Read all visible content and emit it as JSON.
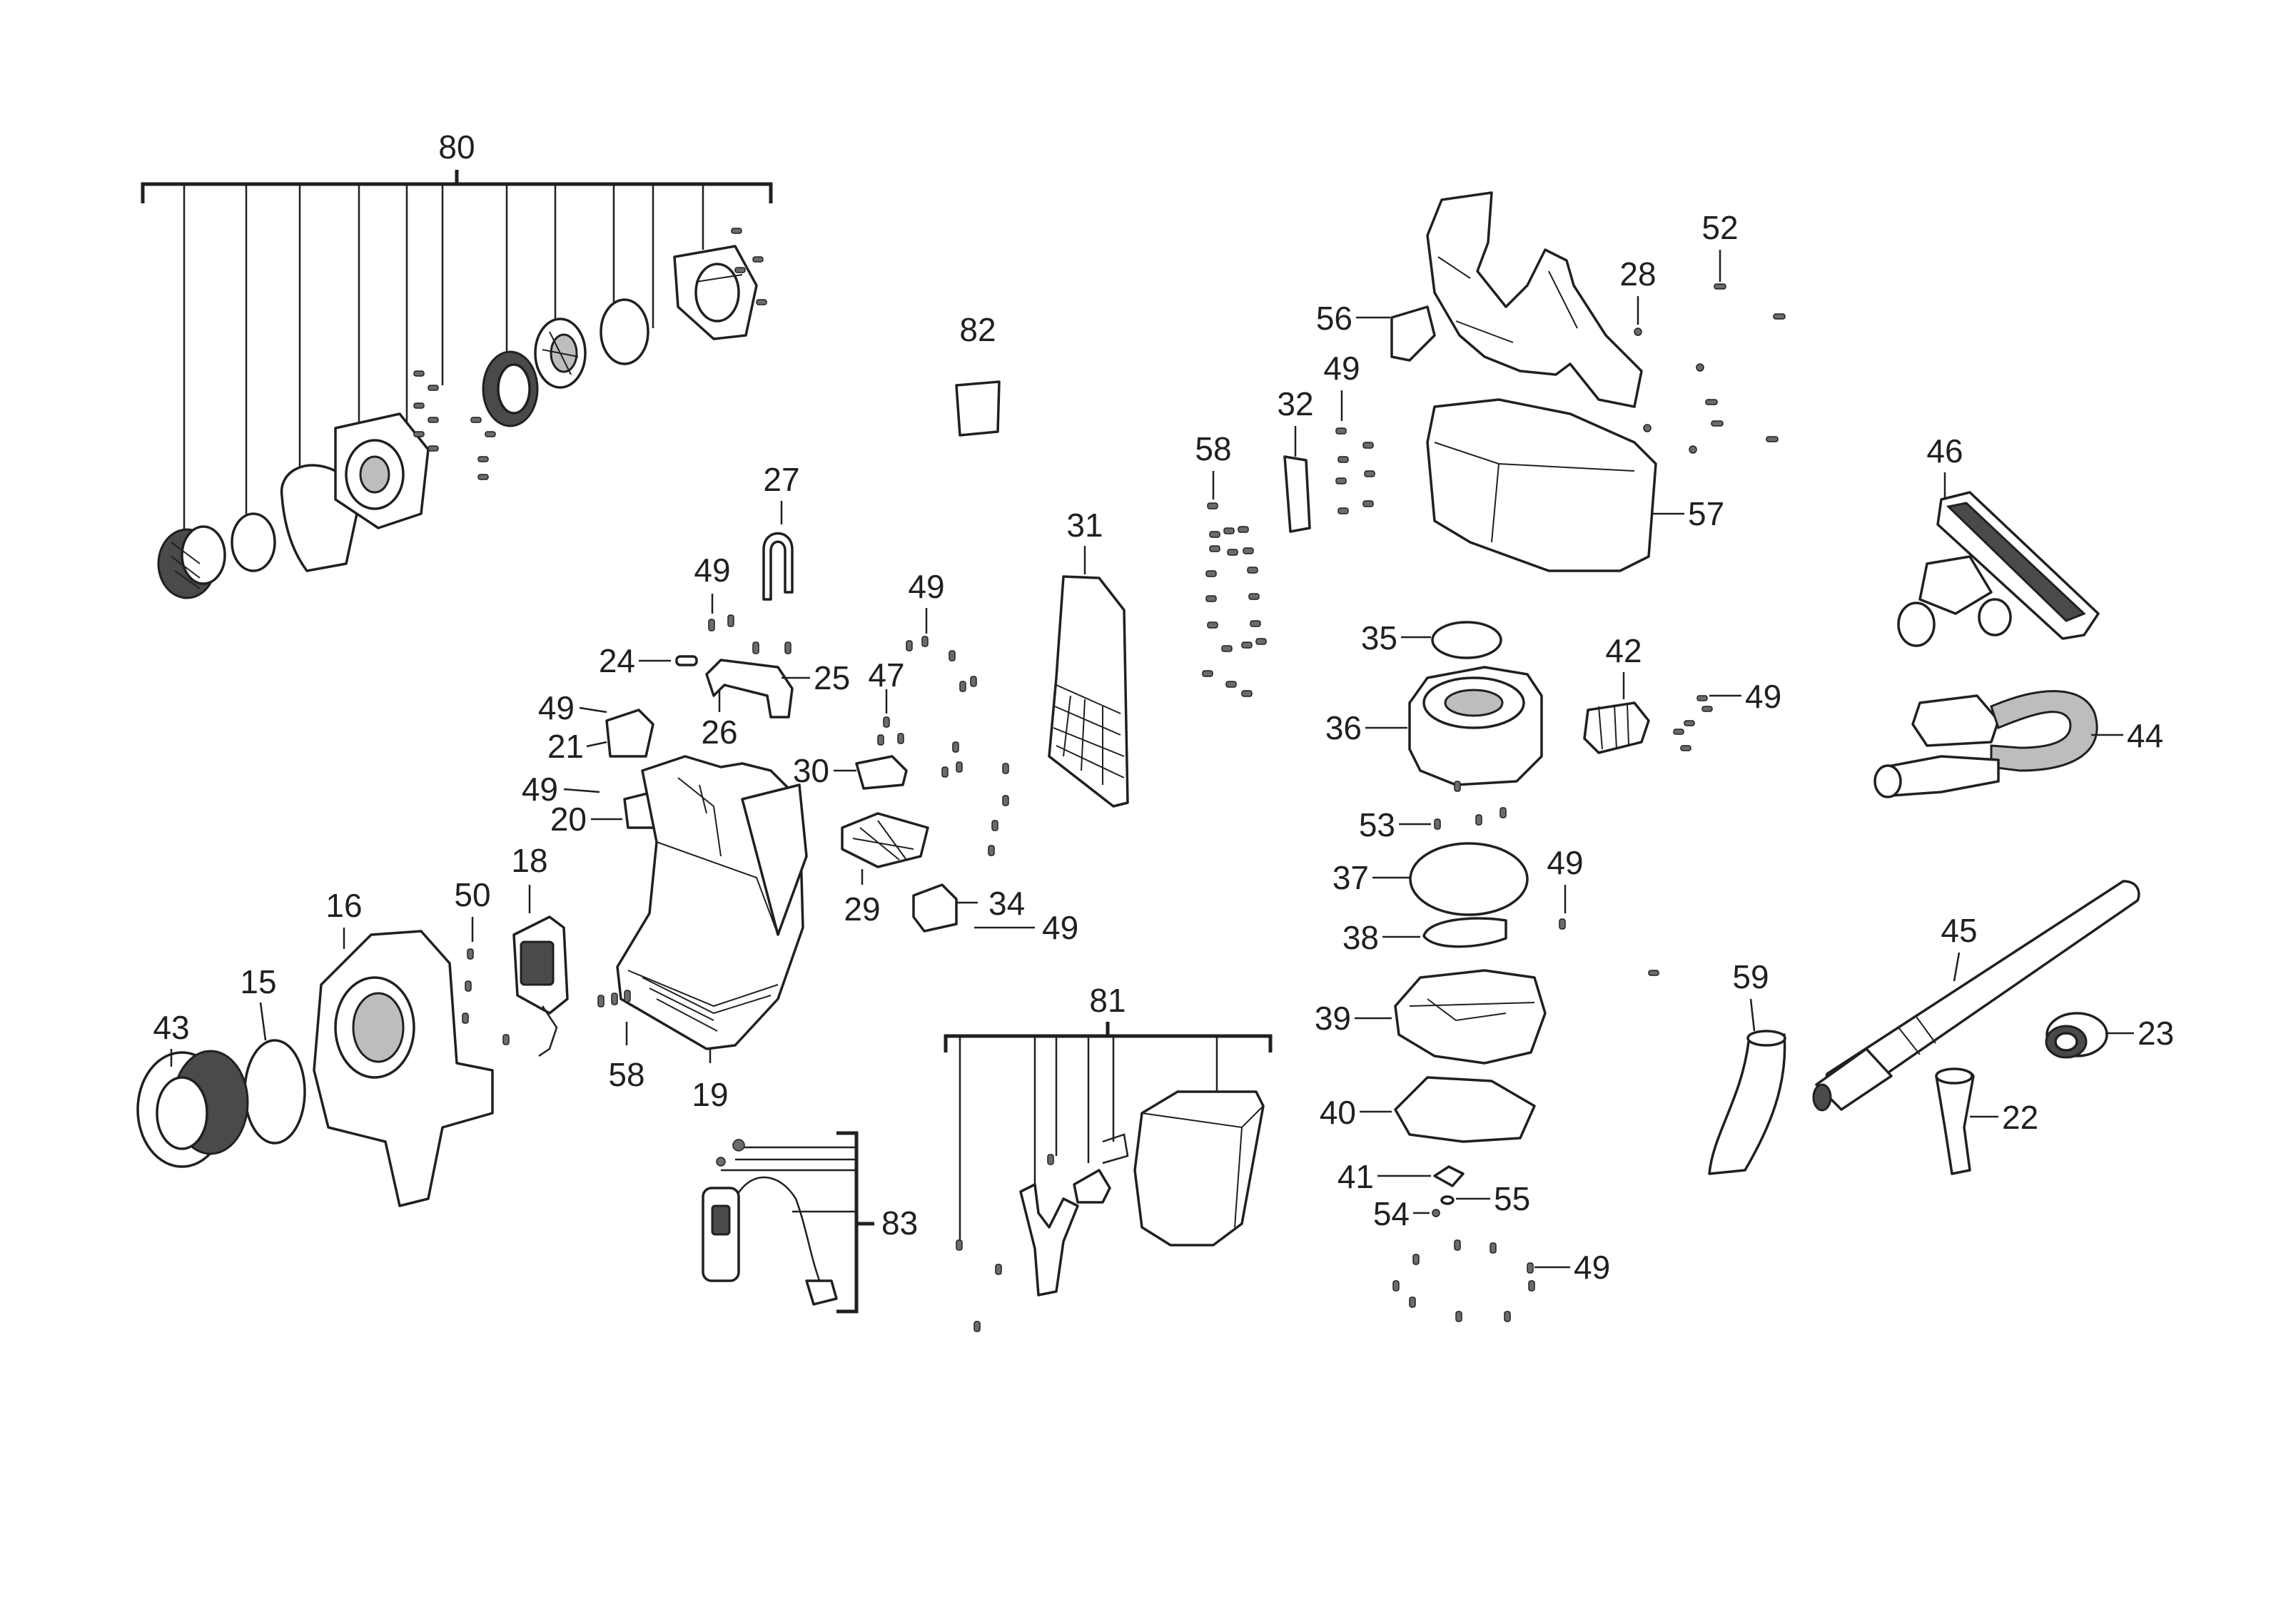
{
  "labels": {
    "l15": "15",
    "l16": "16",
    "l18": "18",
    "l19": "19",
    "l20": "20",
    "l21": "21",
    "l22": "22",
    "l23": "23",
    "l24": "24",
    "l25": "25",
    "l26": "26",
    "l27": "27",
    "l28": "28",
    "l29": "29",
    "l30": "30",
    "l31": "31",
    "l32": "32",
    "l34": "34",
    "l35": "35",
    "l36": "36",
    "l37": "37",
    "l38": "38",
    "l39": "39",
    "l40": "40",
    "l41": "41",
    "l42": "42",
    "l43": "43",
    "l44": "44",
    "l45": "45",
    "l46": "46",
    "l47": "47",
    "l49": "49",
    "l50": "50",
    "l52": "52",
    "l53": "53",
    "l54": "54",
    "l55": "55",
    "l56": "56",
    "l57": "57",
    "l58": "58",
    "l59": "59",
    "l80": "80",
    "l81": "81",
    "l82": "82",
    "l83": "83"
  },
  "colors": {
    "ink": "#231f20",
    "fill": "#ffffff",
    "shade": "#4a4a4a",
    "mid": "#bdbdbd"
  }
}
